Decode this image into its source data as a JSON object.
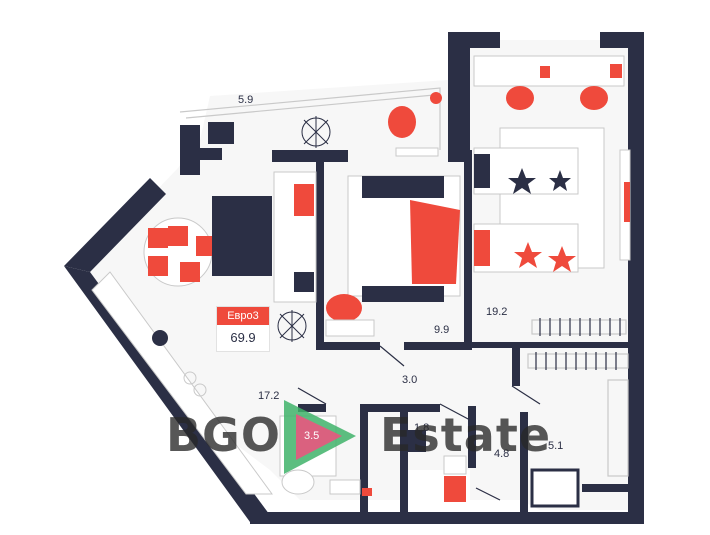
{
  "apartment": {
    "type_label": "Евро3",
    "total_area": "69.9"
  },
  "rooms": {
    "balcony": "5.9",
    "kitchen_living": "17.2",
    "bedroom": "9.9",
    "kids_room": "19.2",
    "hallway": "3.0",
    "bathroom": "3.5",
    "toilet": "1.8",
    "laundry": "4.8",
    "wardrobe": "5.1"
  },
  "watermark": {
    "left": "BGO",
    "right": "Estate"
  },
  "colors": {
    "wall": "#2b2f45",
    "accent": "#ef4a3c",
    "floor": "#f7f7f7",
    "line": "#c9c9c9",
    "watermark_green": "#3fb36a",
    "watermark_pink": "#e8577e"
  }
}
